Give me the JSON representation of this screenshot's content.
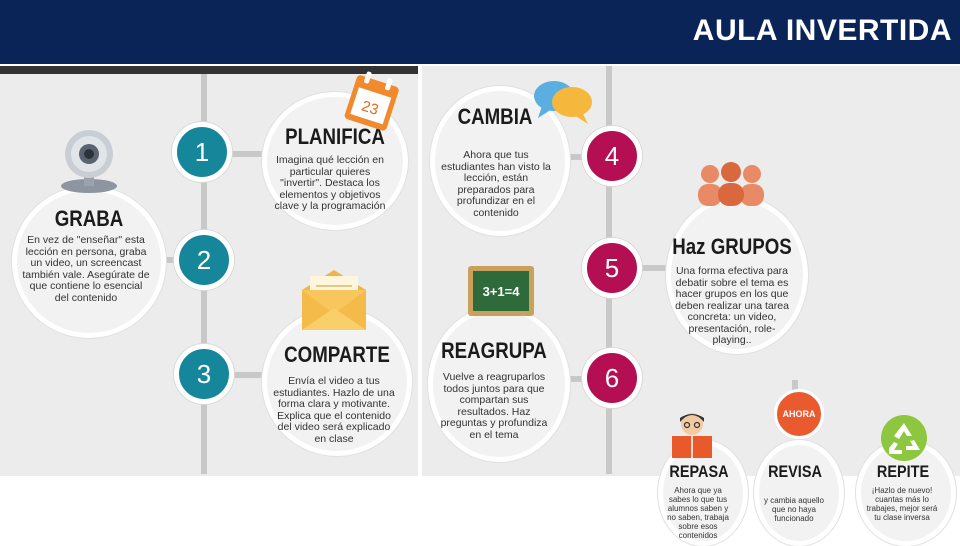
{
  "header": {
    "title": "AULA INVERTIDA"
  },
  "steps": {
    "s1": {
      "num": "1",
      "title": "PLANIFICA",
      "body": "Imagina qué lección en particular quieres \"invertir\". Destaca los elementos  y objetivos clave y la programación",
      "icon_text": "23"
    },
    "s2": {
      "num": "2",
      "title": "GRABA",
      "body": "En vez de \"enseñar\" esta lección en persona, graba un video, un screencast también vale. Asegúrate de que contiene lo esencial del contenido"
    },
    "s3": {
      "num": "3",
      "title": "COMPARTE",
      "body": "Envía el video a tus estudiantes. Hazlo de una forma clara y motivante. Explica que el contenido del video será explicado en clase"
    },
    "s4": {
      "num": "4",
      "title": "CAMBIA",
      "body": "Ahora que tus estudiantes han visto la lección, están preparados para profundizar en el contenido"
    },
    "s5": {
      "num": "5",
      "title": "Haz GRUPOS",
      "body": "Una forma efectiva para debatir sobre el tema es hacer grupos en los que deben realizar una tarea concreta: un video, presentación, role-playing.."
    },
    "s6": {
      "num": "6",
      "title": "REAGRUPA",
      "body": "Vuelve a reagruparlos todos juntos para que compartan sus resultados. Haz preguntas y profundiza en el tema",
      "icon_text": "3+1=4"
    }
  },
  "final": {
    "badge": "AHORA",
    "repasa": {
      "title": "REPASA",
      "body": "Ahora que ya sabes lo que tus alumnos saben y no saben, trabaja sobre esos contenidos"
    },
    "revisa": {
      "title": "REVISA",
      "body": "y cambia aquello que no haya funcionado"
    },
    "repite": {
      "title": "REPITE",
      "body": "¡Hazlo de nuevo! cuantas más lo trabajes, mejor será tu clase inversa"
    }
  },
  "colors": {
    "header": "#0a2458",
    "teal": "#16879b",
    "magenta": "#b30f52",
    "orange": "#e95b2f",
    "green": "#8dc63f"
  },
  "icons": [
    "webcam-icon",
    "calendar-icon",
    "envelope-icon",
    "speech-bubbles-icon",
    "people-icon",
    "chalkboard-icon",
    "reader-icon",
    "recycle-icon"
  ]
}
